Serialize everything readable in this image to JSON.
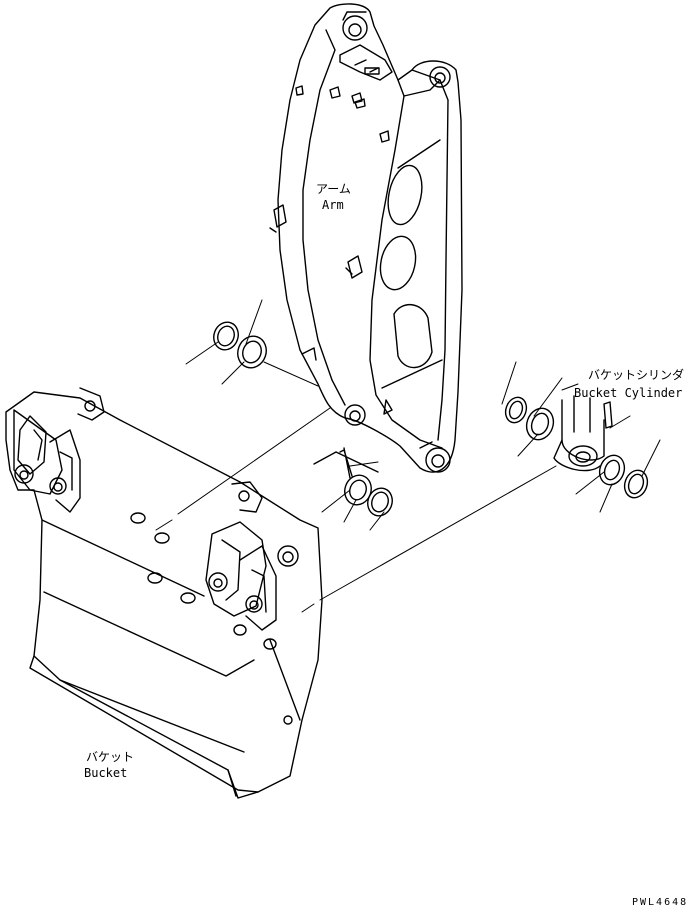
{
  "labels": {
    "arm_jp": "アーム",
    "arm_en": "Arm",
    "cylinder_jp": "バケットシリンダ",
    "cylinder_en": "Bucket Cylinder",
    "bucket_jp": "バケット",
    "bucket_en": "Bucket",
    "drawing_number": "PWL4648"
  }
}
